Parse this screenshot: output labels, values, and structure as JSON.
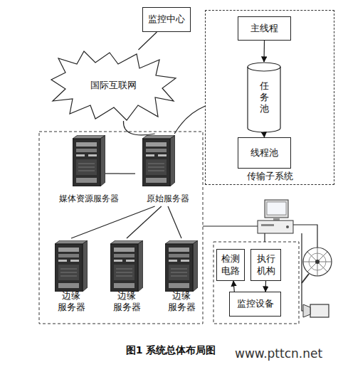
{
  "diagram": {
    "caption": "图1 系统总体布局图",
    "nodes": [
      {
        "text": [
          "监控中心"
        ]
      },
      {
        "text": [
          "国际互联网"
        ]
      },
      {
        "text": [
          "传输子系统"
        ]
      },
      {
        "text": [
          "主线程"
        ],
        "in": 2
      },
      {
        "text": [
          "任务池"
        ],
        "in": 2
      },
      {
        "text": [
          "线程池"
        ],
        "in": 2
      },
      {
        "text": [
          "媒体资源服务器"
        ]
      },
      {
        "text": [
          "原始服务器"
        ]
      },
      {
        "text": [
          "边缘 服务器"
        ]
      },
      {
        "text": [
          "边缘 服务器"
        ]
      },
      {
        "text": [
          "边缘 服务器"
        ]
      },
      {
        "text": [
          "检测电路"
        ]
      },
      {
        "text": [
          "执行机构"
        ]
      },
      {
        "text": [
          "监控设备"
        ]
      }
    ],
    "edges": [
      {
        "from": 0,
        "to": 1,
        "arrow": "none"
      },
      {
        "from": 1,
        "to": 7,
        "arrow": "none"
      },
      {
        "from": 7,
        "to": 2,
        "arrow": "none"
      },
      {
        "from": 3,
        "to": 4,
        "arrow": "to"
      },
      {
        "from": 4,
        "to": 5,
        "arrow": "to"
      },
      {
        "from": 6,
        "to": 7,
        "arrow": "none"
      },
      {
        "from": 7,
        "to": 8,
        "arrow": "none"
      },
      {
        "from": 7,
        "to": 9,
        "arrow": "none"
      },
      {
        "from": 7,
        "to": 10,
        "arrow": "none"
      },
      {
        "from": 13,
        "to": 11,
        "arrow": "to"
      },
      {
        "from": 12,
        "to": 13,
        "arrow": "to"
      }
    ],
    "labels": [
      "www.pttcn.net"
    ]
  }
}
